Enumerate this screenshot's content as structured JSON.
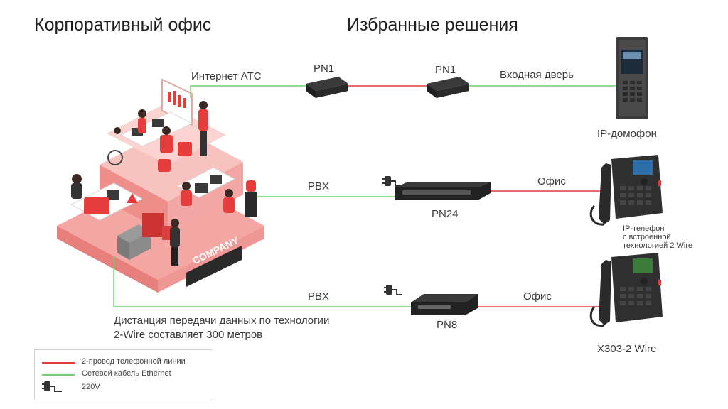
{
  "titles": {
    "left": "Корпоративный офис",
    "right": "Избранные решения"
  },
  "office": {
    "company_label": "COMPANY"
  },
  "devices": {
    "pn1_left": "PN1",
    "pn1_right": "PN1",
    "pn24": "PN24",
    "pn8": "PN8"
  },
  "links": {
    "internet_pbx": "Интернет АТС",
    "entry_door": "Входная дверь",
    "pbx_1": "PBX",
    "office_1": "Офис",
    "pbx_2": "PBX",
    "office_2": "Офис"
  },
  "endpoints": {
    "intercom": "IP-домофон",
    "ip_phone_lines": [
      "IP-телефон",
      "с встроенной",
      "технологией 2 Wire"
    ],
    "x303": "X303-2 Wire"
  },
  "distance_note": {
    "line1": "Дистанция передачи данных по технологии",
    "line2": "2-Wire составляет 300 метров"
  },
  "legend": {
    "two_wire": "2-провод телефонной линии",
    "ethernet": "Сетевой кабель Ethernet",
    "power": "220V"
  },
  "colors": {
    "two_wire": "#e0393a",
    "ethernet": "#6ccf6a",
    "office_pink": "#f7b7b4",
    "office_red": "#e73c3c",
    "device_dark": "#262626"
  }
}
